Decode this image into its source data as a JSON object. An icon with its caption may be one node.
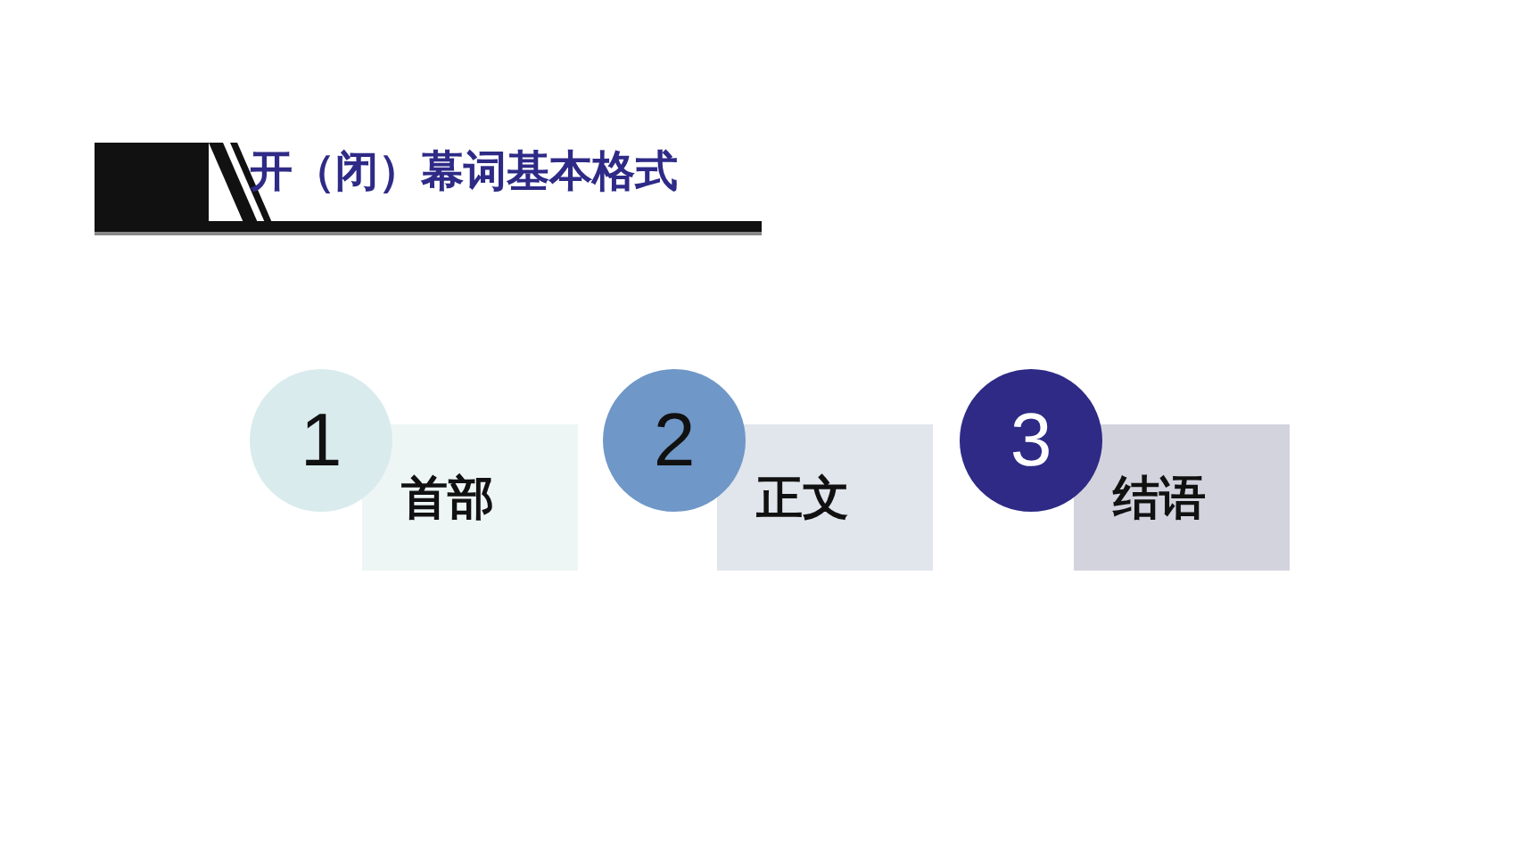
{
  "diagram": {
    "title": "开（闭）幕词基本格式",
    "nodes": [
      {
        "text": [
          "1"
        ]
      },
      {
        "text": [
          "首部"
        ]
      },
      {
        "text": [
          "2"
        ]
      },
      {
        "text": [
          "正文"
        ]
      },
      {
        "text": [
          "3"
        ]
      },
      {
        "text": [
          "结语"
        ]
      }
    ]
  }
}
